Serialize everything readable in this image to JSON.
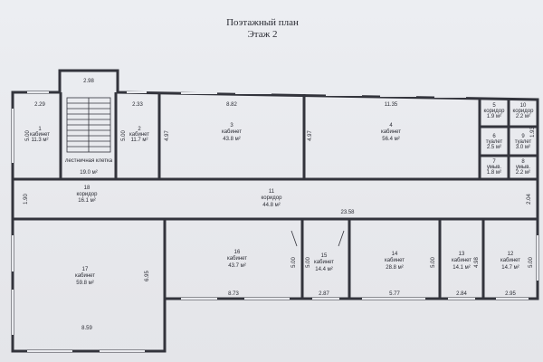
{
  "title": "Поэтажный план",
  "subtitle": "Этаж 2",
  "rooms": [
    {
      "id": "1",
      "name": "кабинет",
      "area": "11.3 м²"
    },
    {
      "id": "",
      "name": "лестничная клетка",
      "area": "19.0 м²"
    },
    {
      "id": "2",
      "name": "кабинет",
      "area": "11.7 м²"
    },
    {
      "id": "3",
      "name": "кабинет",
      "area": "43.8 м²"
    },
    {
      "id": "4",
      "name": "кабинет",
      "area": "56.4 м²"
    },
    {
      "id": "5",
      "name": "коридор",
      "area": "1.9 м²"
    },
    {
      "id": "10",
      "name": "коридор",
      "area": "2.2 м²"
    },
    {
      "id": "6",
      "name": "туалет",
      "area": "2.5 м²"
    },
    {
      "id": "9",
      "name": "туалет",
      "area": "3.0 м²"
    },
    {
      "id": "7",
      "name": "умыв.",
      "area": "1.8 м²"
    },
    {
      "id": "8",
      "name": "умыв.",
      "area": "2.2 м²"
    },
    {
      "id": "18",
      "name": "коридор",
      "area": "16.1 м²"
    },
    {
      "id": "11",
      "name": "коридор",
      "area": "44.8 м²"
    },
    {
      "id": "17",
      "name": "кабинет",
      "area": "59.8 м²"
    },
    {
      "id": "16",
      "name": "кабинет",
      "area": "43.7 м²"
    },
    {
      "id": "15",
      "name": "кабинет",
      "area": "14.4 м²"
    },
    {
      "id": "14",
      "name": "кабинет",
      "area": "28.8 м²"
    },
    {
      "id": "13",
      "name": "кабинет",
      "area": "14.1 м²"
    },
    {
      "id": "12",
      "name": "кабинет",
      "area": "14.7 м²"
    }
  ],
  "dimensions": [
    "2.98",
    "2.29",
    "2.33",
    "8.82",
    "11.35",
    "5.00",
    "5.00",
    "4.97",
    "4.97",
    "1.90",
    "23.58",
    "2.04",
    "6.95",
    "8.73",
    "2.87",
    "5.77",
    "2.84",
    "2.95",
    "8.59",
    "5.00",
    "5.00",
    "5.00",
    "4.98",
    "5.00",
    "1.93"
  ]
}
